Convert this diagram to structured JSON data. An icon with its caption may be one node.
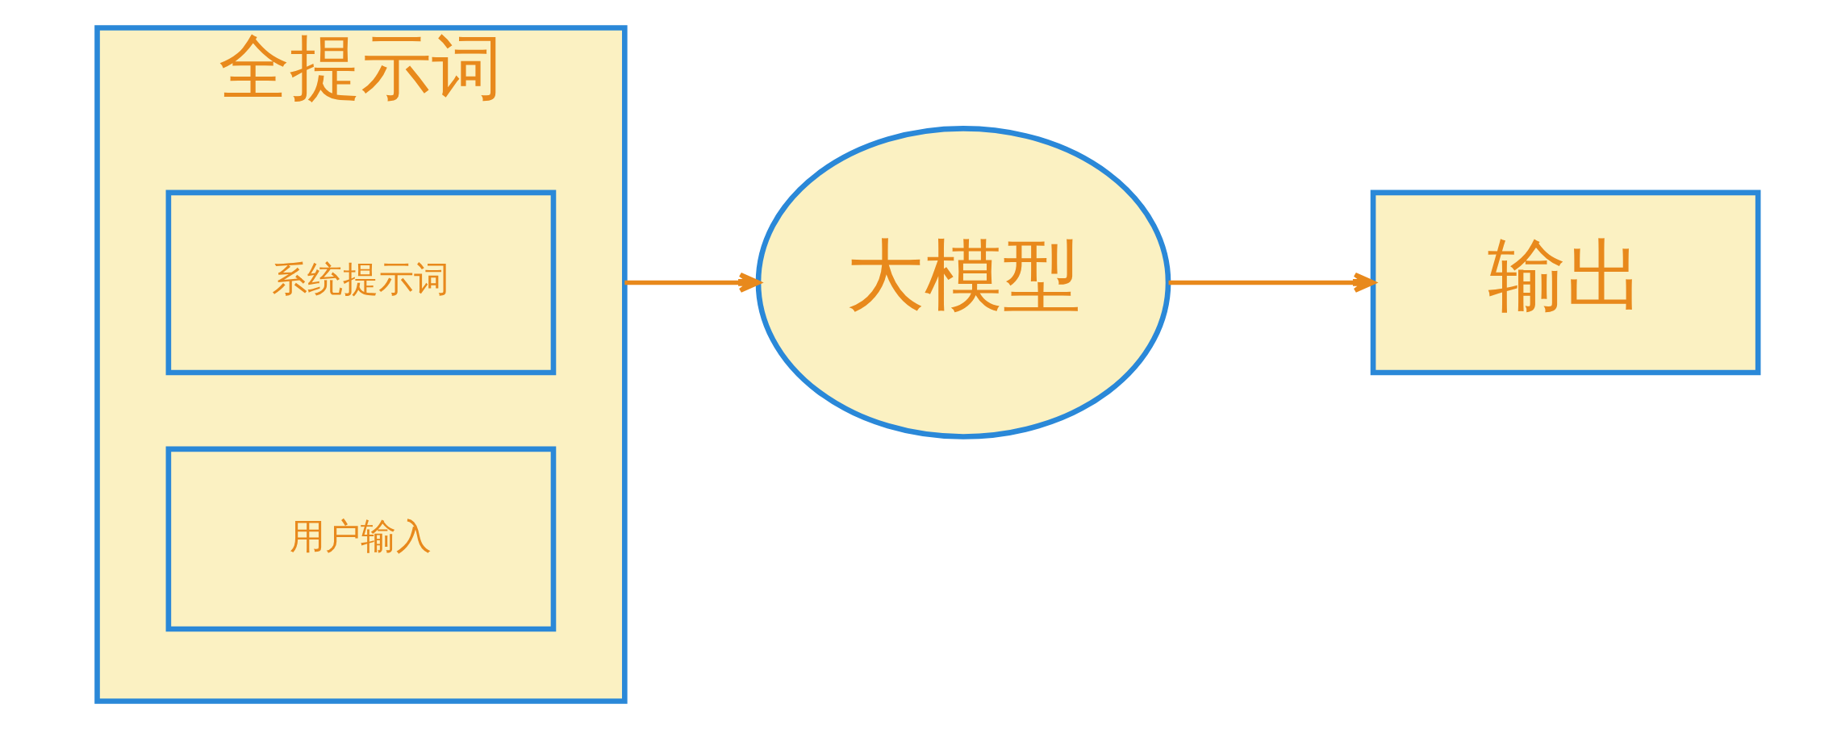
{
  "diagram": {
    "nodes": [
      {
        "text": [
          "全提示词"
        ]
      },
      {
        "text": [
          "系统提示词"
        ],
        "in": 0
      },
      {
        "text": [
          "用户输入"
        ],
        "in": 0
      },
      {
        "text": [
          "大模型"
        ]
      },
      {
        "text": [
          "输出"
        ]
      }
    ],
    "edges": [
      {
        "from": 0,
        "to": 3,
        "arrow": "to"
      },
      {
        "from": 3,
        "to": 4,
        "arrow": "to"
      }
    ]
  }
}
